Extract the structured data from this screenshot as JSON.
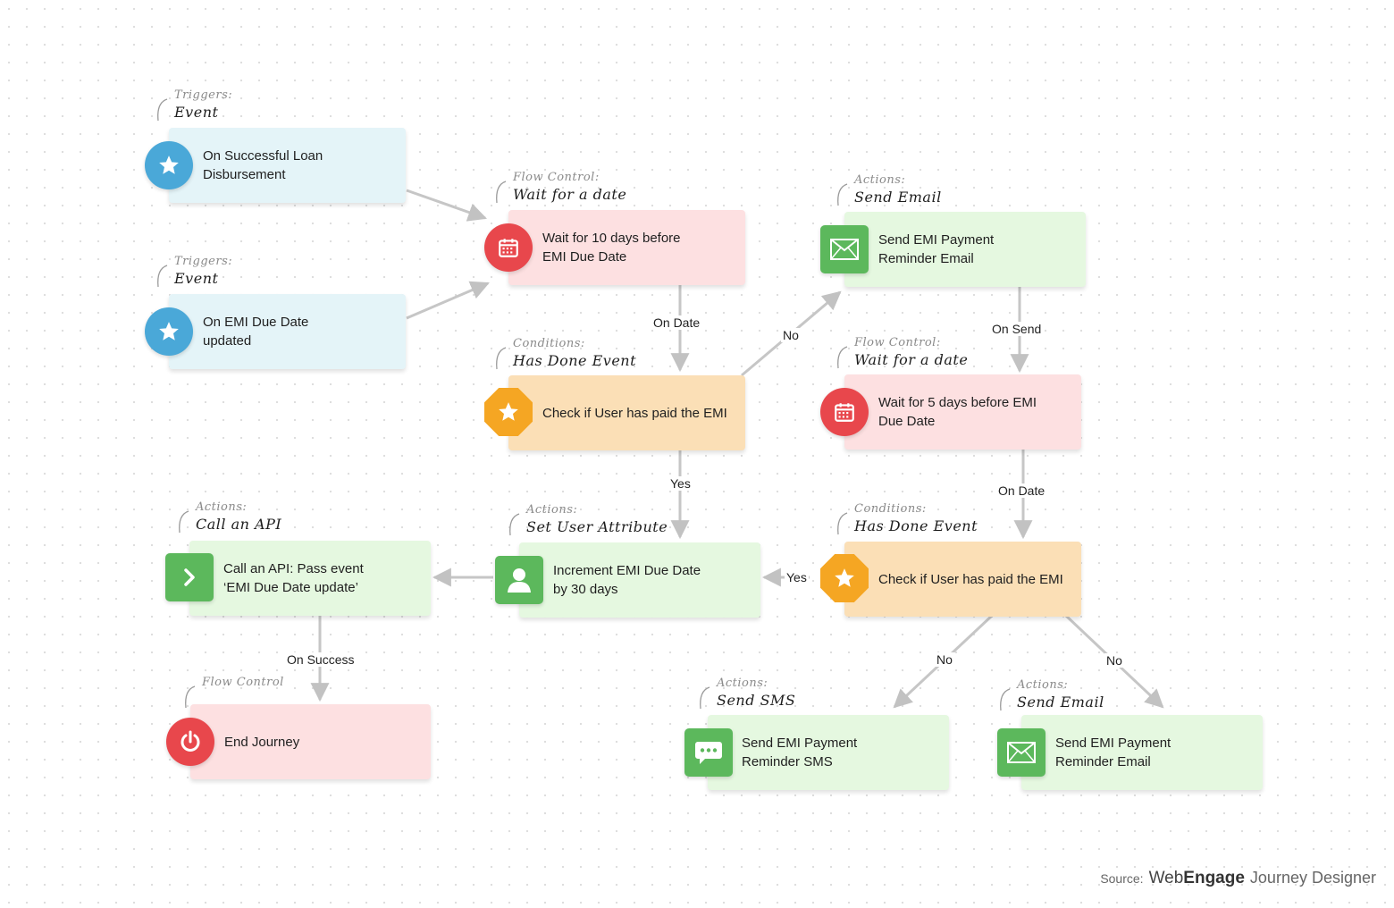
{
  "captions": {
    "c1": {
      "category": "Triggers:",
      "type": "Event"
    },
    "c2": {
      "category": "Triggers:",
      "type": "Event"
    },
    "c3": {
      "category": "Flow Control:",
      "type": "Wait for a date"
    },
    "c4": {
      "category": "Conditions:",
      "type": "Has Done Event"
    },
    "c5": {
      "category": "Actions:",
      "type": "Send Email"
    },
    "c6": {
      "category": "Flow Control:",
      "type": "Wait for a date"
    },
    "c7": {
      "category": "Actions:",
      "type": "Call an API"
    },
    "c8": {
      "category": "Actions:",
      "type": "Set User Attribute"
    },
    "c9": {
      "category": "Conditions:",
      "type": "Has Done Event"
    },
    "c10": {
      "category": "Flow Control",
      "type": ""
    },
    "c11": {
      "category": "Actions:",
      "type": "Send SMS"
    },
    "c12": {
      "category": "Actions:",
      "type": "Send Email"
    }
  },
  "nodes": {
    "trigger_loan": {
      "text": "On Successful Loan\nDisbursement",
      "icon": "star-icon",
      "color": "#4aa8d8"
    },
    "trigger_emi": {
      "text": "On EMI Due Date\nupdated",
      "icon": "star-icon",
      "color": "#4aa8d8"
    },
    "wait_10": {
      "text": "Wait for 10 days before\nEMI Due Date",
      "icon": "calendar-icon",
      "color": "#e8474c"
    },
    "check_1": {
      "text": "Check if User has paid the EMI",
      "icon": "star-icon",
      "color": "#f5a623"
    },
    "email_1": {
      "text": "Send EMI Payment\nReminder Email",
      "icon": "envelope-icon",
      "color": "#5cb85c"
    },
    "wait_5": {
      "text": "Wait for 5 days before EMI\nDue Date",
      "icon": "calendar-icon",
      "color": "#e8474c"
    },
    "api": {
      "text": "Call an API: Pass event\n‘EMI Due Date update’",
      "icon": "chevron-right-icon",
      "color": "#5cb85c"
    },
    "increment": {
      "text": "Increment EMI Due Date\nby 30 days",
      "icon": "user-icon",
      "color": "#5cb85c"
    },
    "check_2": {
      "text": "Check if User has paid the EMI",
      "icon": "star-icon",
      "color": "#f5a623"
    },
    "end": {
      "text": "End Journey",
      "icon": "power-icon",
      "color": "#e8474c"
    },
    "sms": {
      "text": "Send EMI Payment\nReminder SMS",
      "icon": "chat-bubble-icon",
      "color": "#5cb85c"
    },
    "email_2": {
      "text": "Send EMI Payment\nReminder Email",
      "icon": "envelope-icon",
      "color": "#5cb85c"
    }
  },
  "edge_labels": {
    "on_date_1": "On Date",
    "no_1": "No",
    "on_send": "On Send",
    "yes_1": "Yes",
    "on_date_2": "On Date",
    "yes_2": "Yes",
    "on_success": "On Success",
    "no_2": "No",
    "no_3": "No"
  },
  "footer": {
    "source": "Source:",
    "brand_a": "Web",
    "brand_b": "Engage",
    "product": "Journey Designer"
  }
}
